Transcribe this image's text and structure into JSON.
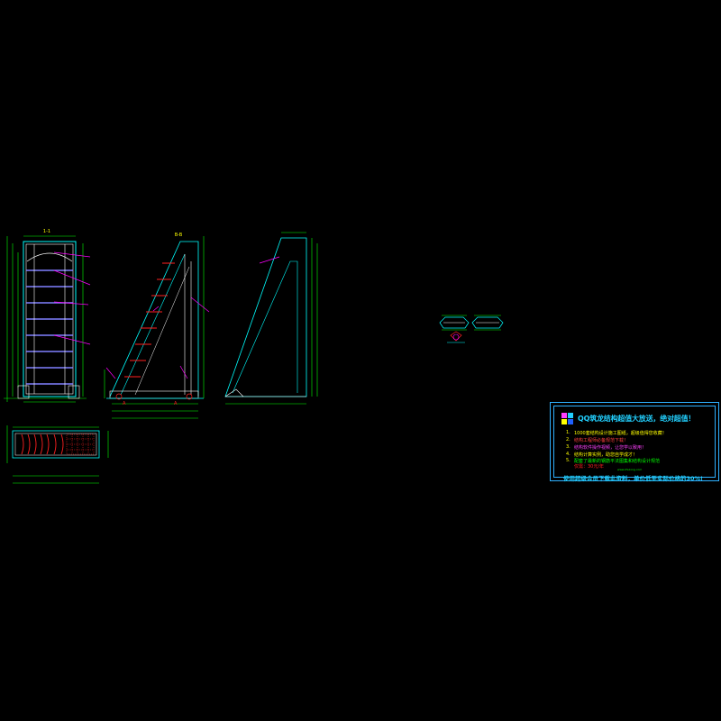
{
  "drawing": {
    "view_labels": {
      "front": "1-1",
      "section": "B-B"
    },
    "section_markers": [
      "A",
      "A"
    ]
  },
  "ad_box": {
    "title": "QQ筑龙结构超值大放送，绝对超值！",
    "items": [
      {
        "num": "1.",
        "text": "1000套结构设计施工图纸，超级值得您收藏！",
        "color": "#ffff00"
      },
      {
        "num": "2.",
        "text": "结构工程师必备规范下载！",
        "color": "#ff4040"
      },
      {
        "num": "3.",
        "text": "结构软件操作视频，让您学以致用！",
        "color": "#ff40ff"
      },
      {
        "num": "4.",
        "text": "结构计算实例，助您自学成才！",
        "color": "#ffff00"
      },
      {
        "num": "5.",
        "text": "配套了最新的钢筋平法图集和结构设计规范",
        "color": "#00ff00"
      }
    ],
    "note": "仅需：30元/年",
    "small_note": "www.zhulong.com",
    "footer": "使用超级会员下载此资料，单价低至实际价格的30%!"
  },
  "colors": {
    "cyan": "#00ffff",
    "green": "#00ff00",
    "white": "#ffffff",
    "magenta": "#ff00ff",
    "red": "#ff2020",
    "yellow": "#ffff00",
    "blue": "#2fb0ff"
  }
}
